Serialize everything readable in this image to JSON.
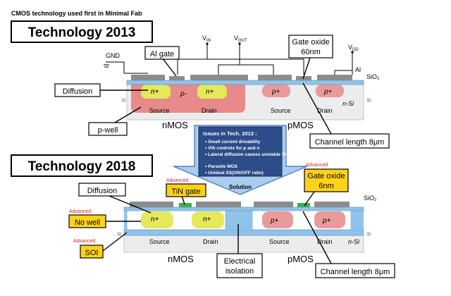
{
  "header": {
    "caption": "CMOS technology used first in Minimal Fab",
    "title_2013": "Technology 2013",
    "title_2018": "Technology 2018"
  },
  "tech2013": {
    "labels": {
      "gnd": "GND",
      "vin": "V",
      "vin_sub": "IN",
      "vout": "V",
      "vout_sub": "OUT",
      "vdd": "V",
      "vdd_sub": "DD",
      "al": "Al",
      "sio2": "SiO₂",
      "nsi": "n-Si",
      "source_n": "Source",
      "drain_n": "Drain",
      "source_p": "Source",
      "drain_p": "Drain",
      "nmos": "nMOS",
      "pmos": "pMOS",
      "nplus1": "n+",
      "pminus": "p-",
      "nplus2": "n+",
      "pplus1": "p+",
      "pplus2": "p+"
    },
    "callouts": {
      "al_gate": "Al gate",
      "diffusion": "Diffusion",
      "p_well": "p-well",
      "gate_oxide_line1": "Gate oxide",
      "gate_oxide_line2": "60nm",
      "channel_length": "Channel length 8μm"
    }
  },
  "issues": {
    "title": "Issues in Tech. 2013 :",
    "items": [
      "Small current drivability",
      "Vth controls for p and n",
      "Lateral diffusion causes unstable Vth",
      "Parasite MOS",
      "Unideal SS(ON/OFF ratio)"
    ],
    "solution": "Solution"
  },
  "tech2018": {
    "labels": {
      "sio2": "SiO₂",
      "nsi": "n-Si",
      "source_n": "Source",
      "drain_n": "Drain",
      "source_p": "Source",
      "drain_p": "Drain",
      "nmos": "nMOS",
      "pmos": "pMOS",
      "nplus1": "n+",
      "nplus2": "n+",
      "pplus1": "p+",
      "pplus2": "p+"
    },
    "callouts": {
      "advanced": "Advanced",
      "diffusion": "Diffusion",
      "tin_gate": "TiN gate",
      "no_well": "No well",
      "soi": "SOI",
      "gate_oxide_line1": "Gate oxide",
      "gate_oxide_line2": "6nm",
      "electrical_isolation_line1": "Electrical",
      "electrical_isolation_line2": "isolation",
      "channel_length": "Channel length 8μm"
    }
  },
  "colors": {
    "substrate": "#ececec",
    "oxide_blue": "#8fc3ea",
    "metal_gray": "#8c8c8c",
    "n_diffusion": "#e4e85a",
    "p_diffusion": "#e99a9a",
    "p_well": "#e88a8a",
    "tin_green": "#3fae49",
    "callout_yellow": "#ffd21a",
    "advanced_red": "#d42020",
    "arrow_fill": "#a9cdee",
    "issues_box": "#2d4c8a"
  }
}
